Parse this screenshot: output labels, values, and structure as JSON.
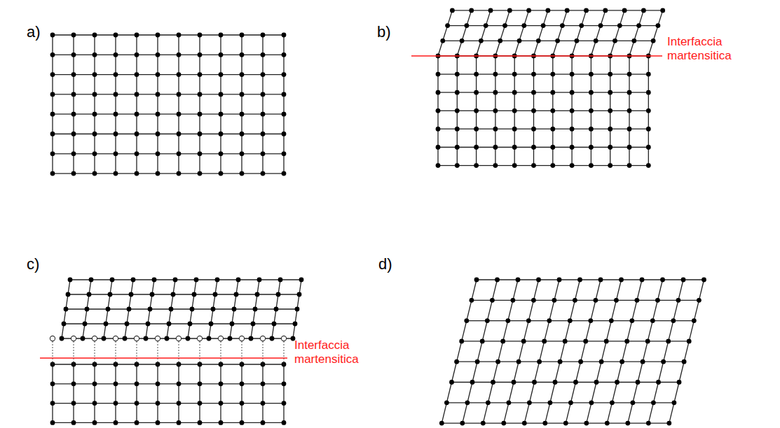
{
  "diagram": {
    "labels": [
      "a)",
      "b)",
      "Interfaccia martensitica",
      "c)",
      "Interfaccia martensitica",
      "d)"
    ]
  }
}
